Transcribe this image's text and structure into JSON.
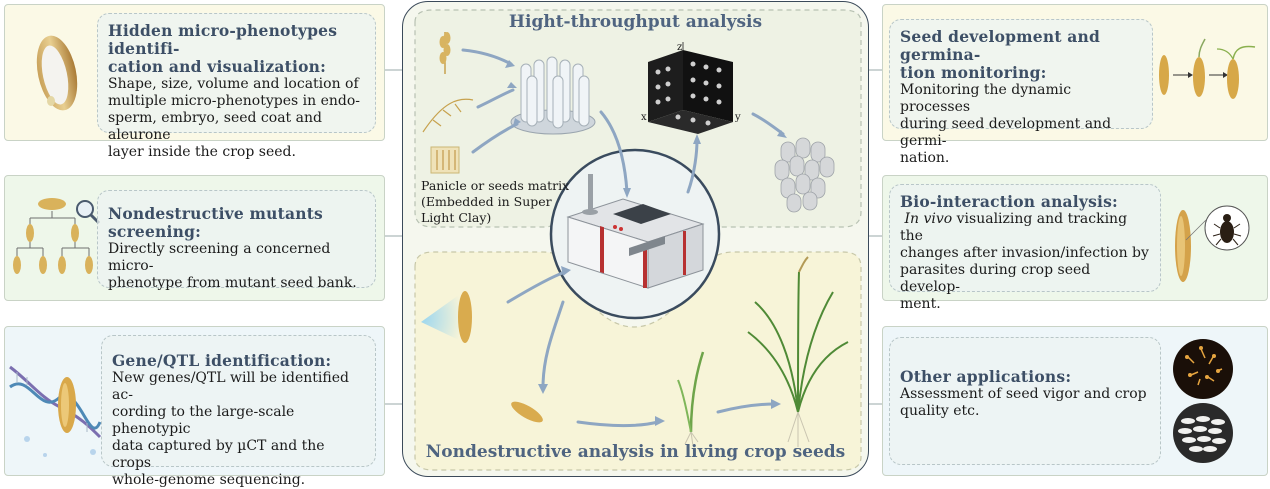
{
  "left": [
    {
      "title": "Hidden micro-phenotypes identification and visualization:",
      "title_lines": [
        "Hidden micro-phenotypes identifi-",
        "cation and visualization:"
      ],
      "body_lines": [
        "Shape, size, volume and location of",
        "multiple micro-phenotypes in endo-",
        "sperm, embryo, seed coat and aleurone",
        "layer inside the crop seed."
      ]
    },
    {
      "title": "Nondestructive mutants screening:",
      "title_lines": [
        "Nondestructive mutants screening:"
      ],
      "body_lines": [
        "Directly screening a concerned micro-",
        "phenotype from mutant seed bank."
      ]
    },
    {
      "title": "Gene/QTL identification:",
      "title_lines": [
        "Gene/QTL identification:"
      ],
      "body_lines": [
        "New genes/QTL will be identified ac-",
        "cording to the large-scale phenotypic",
        "data captured by µCT and the crops",
        "whole-genome sequencing."
      ]
    }
  ],
  "right": [
    {
      "title": "Seed development and germination monitoring:",
      "title_lines": [
        "Seed development and germina-",
        "tion monitoring:"
      ],
      "body_lines": [
        "Monitoring the dynamic processes",
        "during seed development and germi-",
        "nation."
      ]
    },
    {
      "title": "Bio-interaction analysis:",
      "title_lines": [
        "Bio-interaction analysis:"
      ],
      "body_italic": "In vivo",
      "body_first_rest": " visualizing and tracking the",
      "body_lines": [
        "changes after invasion/infection by",
        "parasites during crop seed develop-",
        "ment."
      ]
    },
    {
      "title": "Other applications:",
      "title_lines": [
        "Other applications:"
      ],
      "body_lines": [
        "Assessment of seed vigor and crop",
        "quality etc."
      ]
    }
  ],
  "center": {
    "top_title": "Hight-throughput analysis",
    "bottom_title": "Nondestructive analysis in living crop seeds",
    "matrix_label_lines": [
      "Panicle or seeds matrix",
      "(Embedded in Super",
      "Light Clay)"
    ],
    "axis_z": "z",
    "axis_x": "x",
    "axis_y": "y"
  },
  "colors": {
    "title_blue": "#3d4f66",
    "center_bg": "#f5f7ee",
    "card_bg": "#ecf3f2",
    "panel_yellow": "#fbf9e6",
    "panel_green": "#eef7ea",
    "panel_blue": "#eef6f9"
  },
  "icons": [
    "rice-seed-icon",
    "seed-tree-icon",
    "magnifier-icon",
    "dna-helix-icon",
    "germination-icon",
    "beetle-icon",
    "seedling-petri-icon",
    "rice-grains-petri-icon",
    "ct-scanner-icon",
    "tube-rack-icon",
    "ct-slice-grid-icon",
    "voxel-stack-icon",
    "rice-plant-icon",
    "xray-beam-icon"
  ]
}
